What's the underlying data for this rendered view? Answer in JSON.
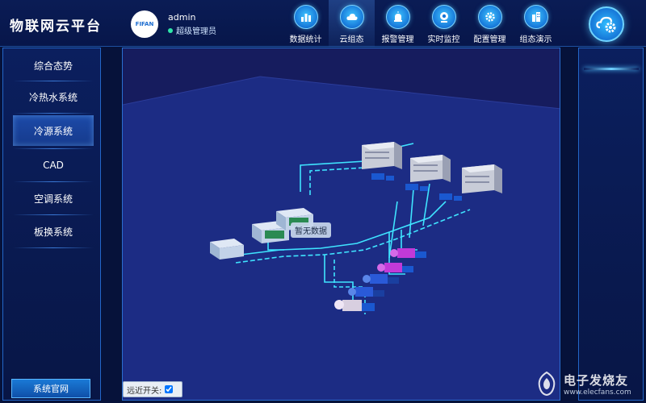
{
  "app": {
    "title": "物联网云平台"
  },
  "user": {
    "avatar_text": "FIFAN",
    "name": "admin",
    "role": "超级管理员"
  },
  "nav": {
    "items": [
      {
        "label": "数据统计",
        "icon": "bar-chart-icon"
      },
      {
        "label": "云组态",
        "icon": "cloud-icon",
        "active": true
      },
      {
        "label": "报警管理",
        "icon": "alarm-icon"
      },
      {
        "label": "实时监控",
        "icon": "camera-icon"
      },
      {
        "label": "配置管理",
        "icon": "gear-icon"
      },
      {
        "label": "组态演示",
        "icon": "building-icon"
      }
    ]
  },
  "sidebar": {
    "items": [
      {
        "label": "综合态势"
      },
      {
        "label": "冷热水系统"
      },
      {
        "label": "冷源系统",
        "active": true
      },
      {
        "label": "CAD"
      },
      {
        "label": "空调系统"
      },
      {
        "label": "板换系统"
      }
    ],
    "website_button": "系统官网"
  },
  "viewport": {
    "tooltip": "暂无数据",
    "distance_switch_label": "远近开关:",
    "distance_switch_checked": true
  },
  "watermark": {
    "brand": "电子发烧友",
    "url": "www.elecfans.com"
  },
  "colors": {
    "accent": "#2fbcff",
    "pipe": "#3fe4ff",
    "pump_magenta": "#c23ad8",
    "pump_blue": "#1a58d0"
  }
}
